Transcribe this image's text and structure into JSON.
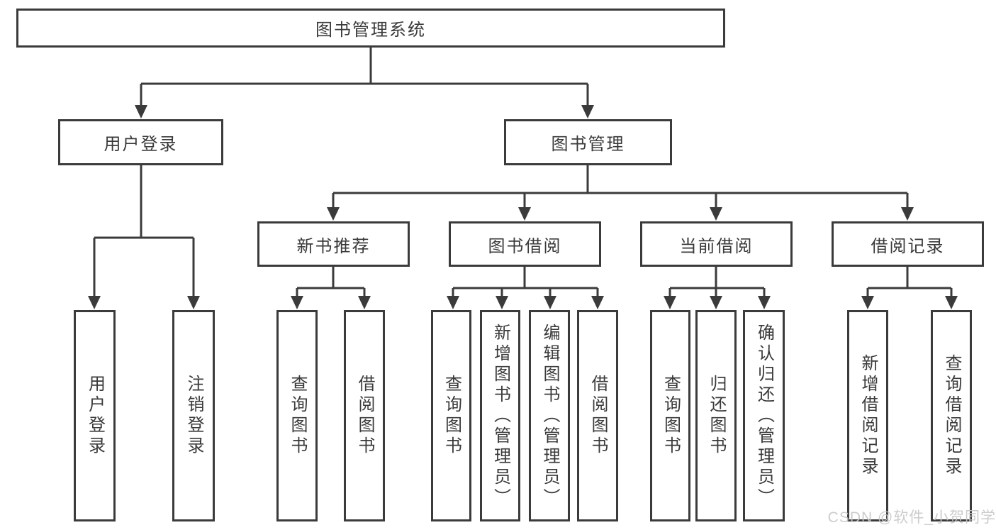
{
  "tree": {
    "root": {
      "label": "图书管理系统"
    },
    "branches": [
      {
        "label": "用户登录",
        "children": [
          {
            "label": "用户登录"
          },
          {
            "label": "注销登录"
          }
        ]
      },
      {
        "label": "图书管理",
        "children": [
          {
            "label": "新书推荐",
            "children": [
              {
                "label": "查询图书"
              },
              {
                "label": "借阅图书"
              }
            ]
          },
          {
            "label": "图书借阅",
            "children": [
              {
                "label": "查询图书"
              },
              {
                "label": "新增图书（管理员）"
              },
              {
                "label": "编辑图书（管理员）"
              },
              {
                "label": "借阅图书"
              }
            ]
          },
          {
            "label": "当前借阅",
            "children": [
              {
                "label": "查询图书"
              },
              {
                "label": "归还图书"
              },
              {
                "label": "确认归还（管理员）"
              }
            ]
          },
          {
            "label": "借阅记录",
            "children": [
              {
                "label": "新增借阅记录"
              },
              {
                "label": "查询借阅记录"
              }
            ]
          }
        ]
      }
    ]
  },
  "watermark": {
    "text": "CSDN @软件_小贺同学"
  },
  "colors": {
    "line": "#3b3b3b",
    "text": "#3a3a3a",
    "background": "#ffffff",
    "watermark": "#c7c7c7"
  }
}
